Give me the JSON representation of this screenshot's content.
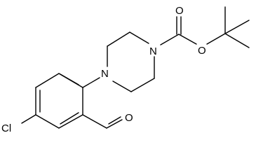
{
  "diagram": {
    "atom_labels": {
      "chlorine": "Cl",
      "aldehyde_oxygen": "O",
      "piperazine_n_aryl": "N",
      "piperazine_n_carbamate": "N",
      "carbonyl_oxygen": "O",
      "ester_oxygen": "O"
    },
    "colors": {
      "bond": "#000000",
      "label": "#000000",
      "background": "#ffffff"
    }
  }
}
